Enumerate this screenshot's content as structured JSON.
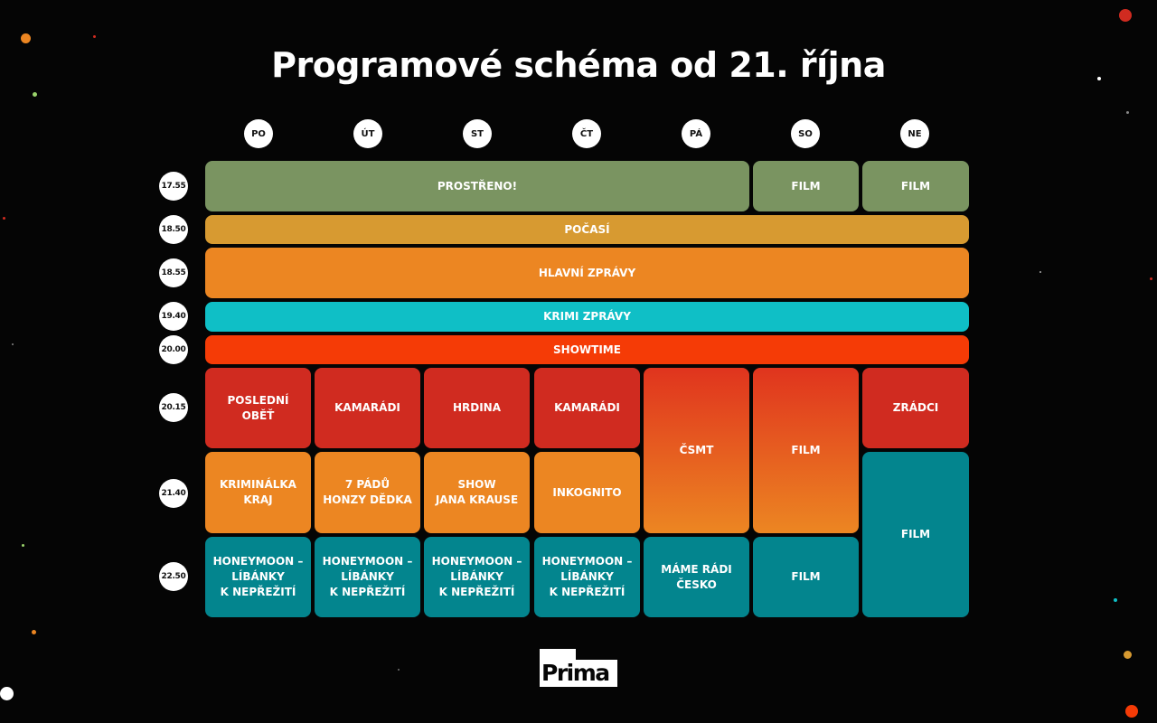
{
  "title": "Programové schéma od 21. října",
  "days": [
    "PO",
    "ÚT",
    "ST",
    "ČT",
    "PÁ",
    "SO",
    "NE"
  ],
  "times": [
    "17.55",
    "18.50",
    "18.55",
    "19.40",
    "20.00",
    "20.15",
    "21.40",
    "22.50"
  ],
  "row_1755": {
    "weekdays": "PROSTŘENO!",
    "sat": "FILM",
    "sun": "FILM"
  },
  "row_1850": {
    "all": "POČASÍ"
  },
  "row_1855": {
    "all": "HLAVNÍ ZPRÁVY"
  },
  "row_1940": {
    "all": "KRIMI ZPRÁVY"
  },
  "row_2000": {
    "all": "SHOWTIME"
  },
  "row_2015": {
    "po": "POSLEDNÍ\nOBĚŤ",
    "ut": "KAMARÁDI",
    "st": "HRDINA",
    "ct": "KAMARÁDI",
    "pa": "ČSMT",
    "so": "FILM",
    "ne": "ZRÁDCI"
  },
  "row_2140": {
    "po": "KRIMINÁLKA\nKRAJ",
    "ut": "7 PÁDŮ\nHONZY DĚDKA",
    "st": "SHOW\nJANA KRAUSE",
    "ct": "INKOGNITO",
    "ne": "FILM"
  },
  "row_2250": {
    "po": "HONEYMOON –\nLÍBÁNKY\nK NEPŘEŽITÍ",
    "ut": "HONEYMOON –\nLÍBÁNKY\nK NEPŘEŽITÍ",
    "st": "HONEYMOON –\nLÍBÁNKY\nK NEPŘEŽITÍ",
    "ct": "HONEYMOON –\nLÍBÁNKY\nK NEPŘEŽITÍ",
    "pa": "MÁME RÁDI\nČESKO",
    "so": "FILM"
  },
  "logo": "Prima",
  "colors": {
    "background": "#050505",
    "green": "#7a9461",
    "mustard": "#d79a31",
    "orange": "#ec8622",
    "cyan": "#0fbfc6",
    "red_orange": "#f53b06",
    "red": "#d02b20",
    "teal": "#03858e"
  }
}
